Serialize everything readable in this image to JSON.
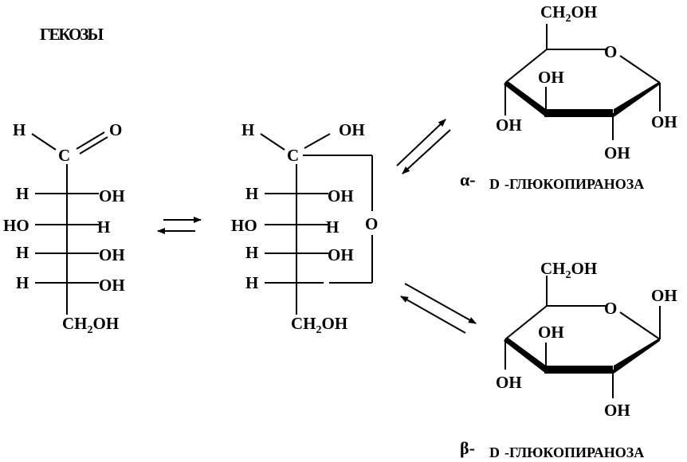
{
  "title": "ГЕКОЗЫ",
  "open_chain": {
    "c1_h": "H",
    "c1_o": "O",
    "c1_c": "C",
    "r2_left": "H",
    "r2_right": "OH",
    "r3_left": "HO",
    "r3_right": "H",
    "r4_left": "H",
    "r4_right": "OH",
    "r5_left": "H",
    "r5_right": "OH",
    "c6": "CH",
    "c6_sub": "2",
    "c6_end": "OH"
  },
  "cyclic_chain": {
    "c1_h": "H",
    "c1_oh": "OH",
    "c1_c": "C",
    "r2_left": "H",
    "r2_right": "OH",
    "r3_left": "HO",
    "r3_right": "H",
    "ring_o": "O",
    "r4_left": "H",
    "r4_right": "OH",
    "r5_left": "H",
    "c6": "CH",
    "c6_sub": "2",
    "c6_end": "OH"
  },
  "alpha": {
    "ch2oh": "CH",
    "ch2oh_sub": "2",
    "ch2oh_end": "OH",
    "ring_o": "O",
    "oh_top": "OH",
    "oh_left": "OH",
    "oh_right": "OH",
    "oh_bottom": "OH",
    "greek": "α-",
    "d": "D",
    "name": "-ГЛЮКОПИРАНОЗА"
  },
  "beta": {
    "ch2oh": "CH",
    "ch2oh_sub": "2",
    "ch2oh_end": "OH",
    "ring_o": "O",
    "oh_anomeric": "OH",
    "oh_top": "OH",
    "oh_left": "OH",
    "oh_bottom": "OH",
    "greek": "β-",
    "d": "D",
    "name": "-ГЛЮКОПИРАНОЗА"
  }
}
